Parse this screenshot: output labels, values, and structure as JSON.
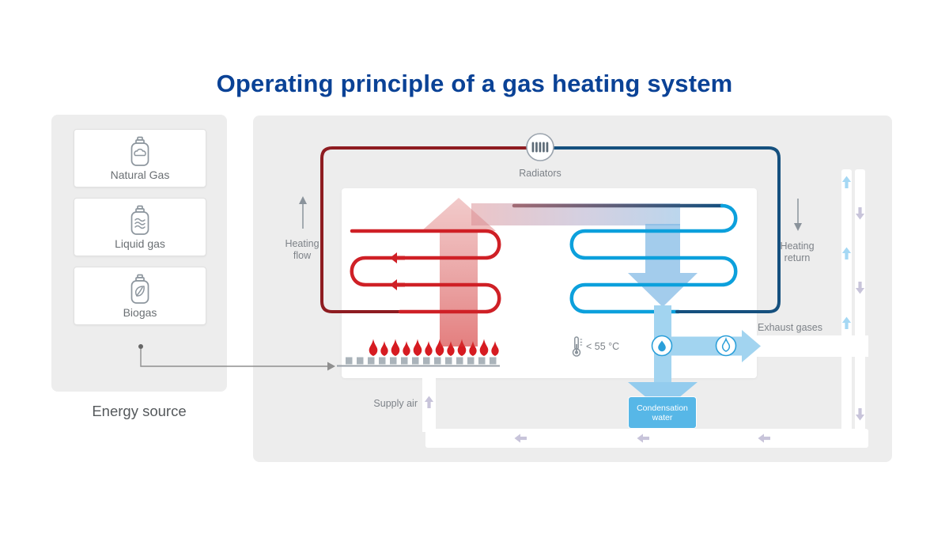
{
  "title": "Operating principle of a gas heating system",
  "energy": {
    "caption": "Energy source",
    "sources": [
      {
        "label": "Natural Gas",
        "icon": "gas-bottle-cloud-icon"
      },
      {
        "label": "Liquid gas",
        "icon": "gas-bottle-waves-icon"
      },
      {
        "label": "Biogas",
        "icon": "gas-bottle-leaf-icon"
      }
    ]
  },
  "labels": {
    "radiators": "Radiators",
    "heating_flow": "Heating\nflow",
    "heating_return": "Heating\nreturn",
    "exhaust_gases": "Exhaust gases",
    "supply_air": "Supply air",
    "temperature": "< 55 °C",
    "condensation": "Condensation\nwater"
  },
  "colors": {
    "title_blue": "#0a4296",
    "panel_gray": "#ededed",
    "heating_flow_red": "#cf2026",
    "heating_flow_dark_red": "#8e1c21",
    "heating_return_blue": "#0ca0dc",
    "heating_return_dark_blue": "#15507e",
    "exhaust_light_blue": "#a5d8f4",
    "supply_air_lavender": "#c8c4da",
    "condensation_blue": "#57b7e7",
    "flame_red": "#d61b21",
    "label_gray": "#7d8288"
  }
}
